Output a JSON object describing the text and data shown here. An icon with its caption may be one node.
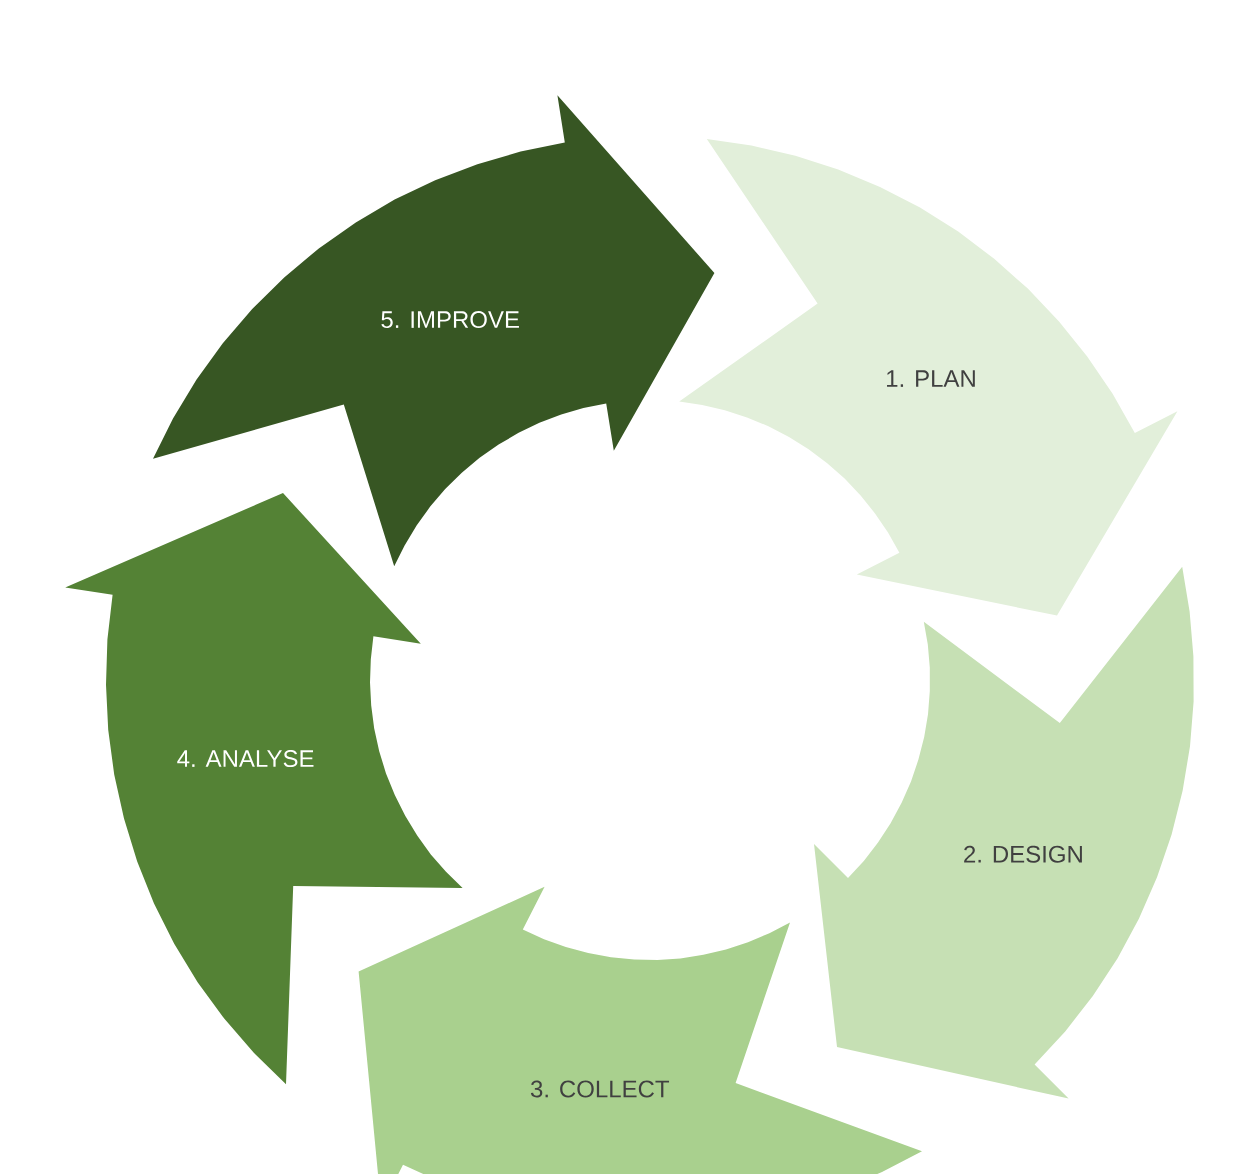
{
  "diagram": {
    "nodes": [
      {
        "text": [
          "1. PLAN"
        ]
      },
      {
        "text": [
          "2. DESIGN"
        ]
      },
      {
        "text": [
          "3. COLLECT"
        ]
      },
      {
        "text": [
          "4. ANALYSE"
        ]
      },
      {
        "text": [
          "5. IMPROVE"
        ]
      }
    ]
  }
}
